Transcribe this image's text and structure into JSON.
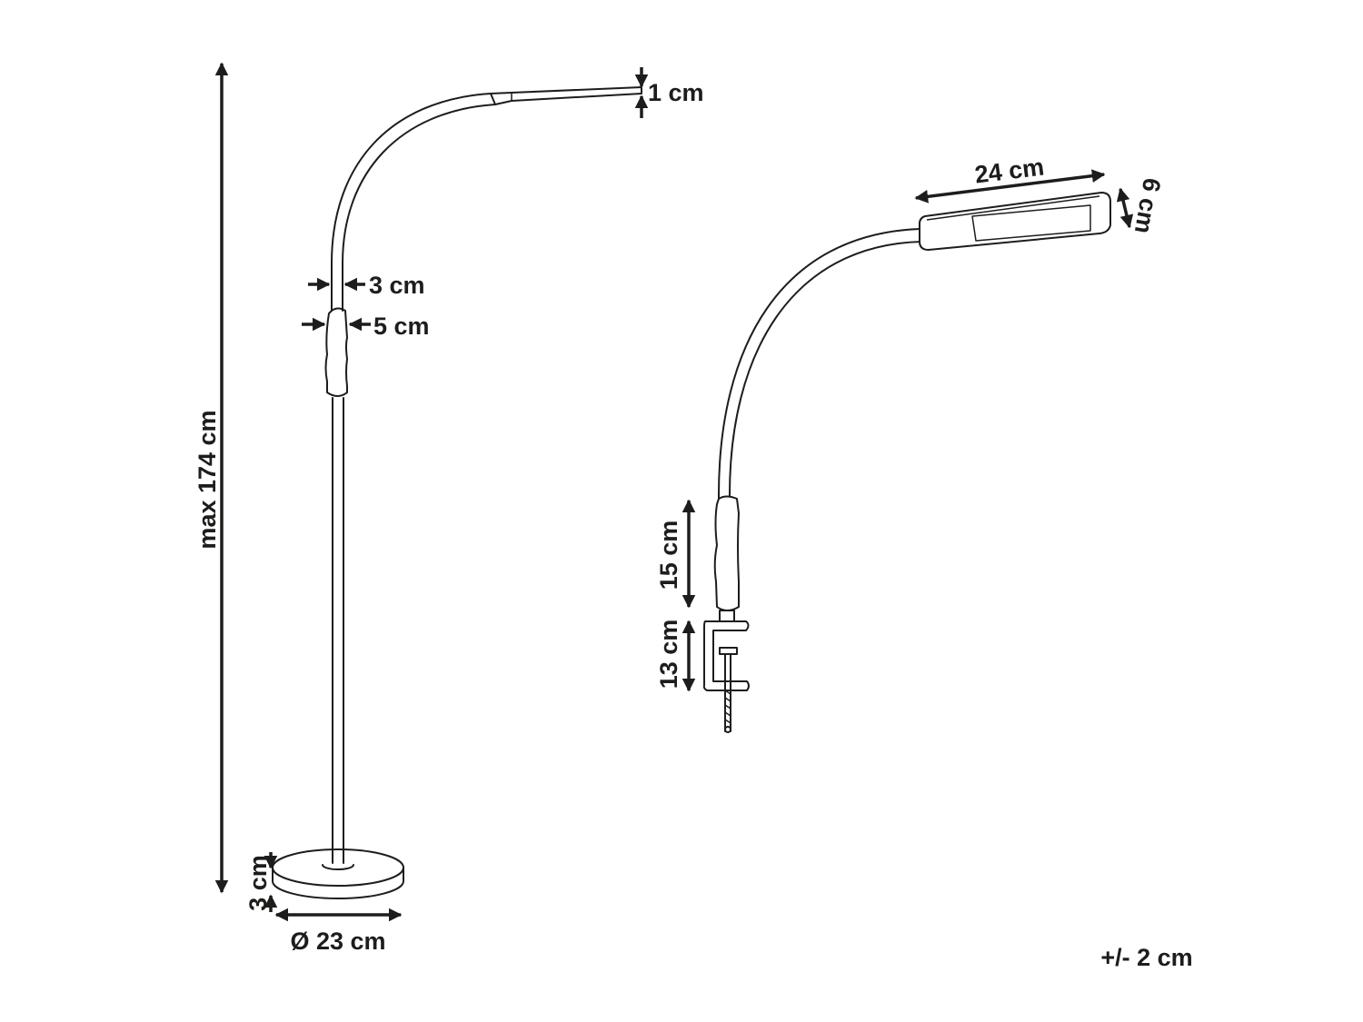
{
  "floor_lamp": {
    "height_label": "max 174 cm",
    "head_thickness_label": "1 cm",
    "neck_width_label": "3 cm",
    "grip_width_label": "5 cm",
    "base_height_label": "3 cm",
    "base_diameter_label": "Ø 23 cm"
  },
  "clamp_lamp": {
    "head_length_label": "24 cm",
    "head_width_label": "6 cm",
    "grip_height_label": "15 cm",
    "clamp_height_label": "13 cm"
  },
  "tolerance_label": "+/- 2 cm",
  "colors": {
    "ink": "#1d1d1b",
    "background": "#ffffff"
  }
}
